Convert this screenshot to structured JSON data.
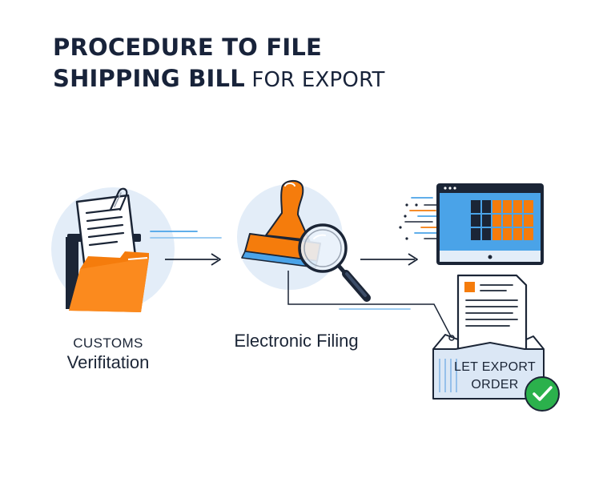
{
  "title": {
    "line1": "PROCEDURE TO FILE",
    "line2_bold": "SHIPPING BILL",
    "line2_light": " FOR EXPORT"
  },
  "steps": {
    "customs": {
      "line1": "CUSTOMS",
      "line2": "Verifitation"
    },
    "electronic_filing": {
      "label": "Electronic Filing"
    },
    "let_export_order": {
      "line1": "LET EXPORT",
      "line2": "ORDER"
    }
  },
  "icons": {
    "customs": [
      "document-icon",
      "paperclip-icon",
      "folder-icon"
    ],
    "filing": [
      "rubber-stamp-icon",
      "magnifier-icon"
    ],
    "portal": [
      "monitor-icon"
    ],
    "order": [
      "document-icon",
      "envelope-icon",
      "checkmark-badge-icon"
    ]
  },
  "colors": {
    "title": "#18233a",
    "accent_orange": "#f57c0c",
    "accent_blue": "#4aa3e8",
    "circle_bg": "#e3edf8",
    "dark": "#1b2536",
    "success_green": "#2bb14c"
  }
}
